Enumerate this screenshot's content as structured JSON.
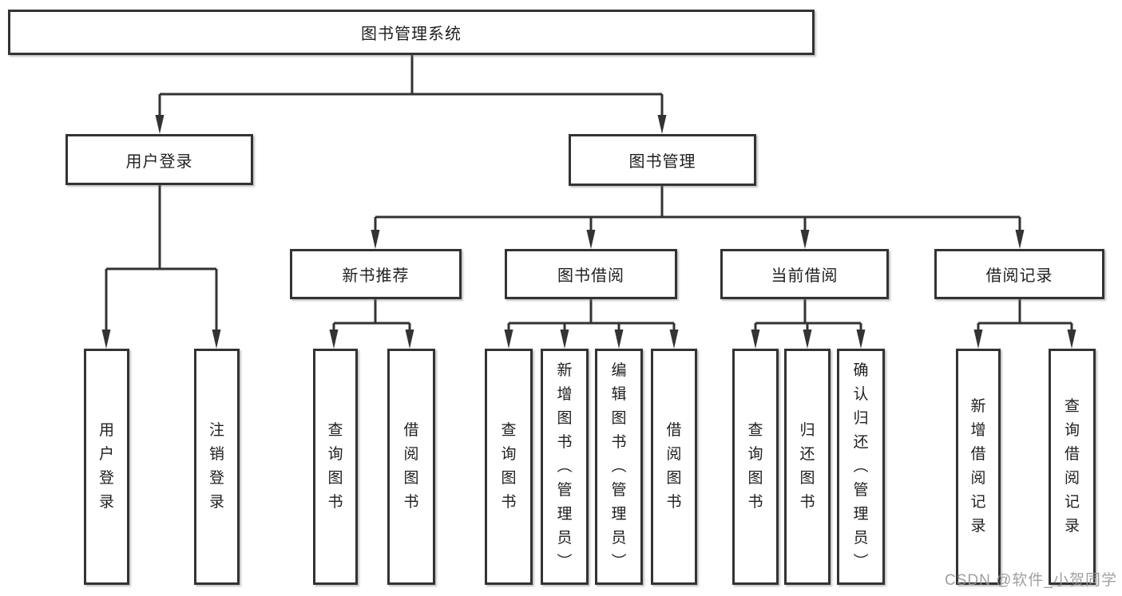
{
  "root": {
    "label": "图书管理系统"
  },
  "tree": {
    "user_login": {
      "label": "用户登录",
      "children": [
        {
          "label": "用户登录"
        },
        {
          "label": "注销登录"
        }
      ]
    },
    "book_management": {
      "label": "图书管理",
      "children": [
        {
          "label": "新书推荐",
          "children": [
            {
              "label": "查询图书"
            },
            {
              "label": "借阅图书"
            }
          ]
        },
        {
          "label": "图书借阅",
          "children": [
            {
              "label": "查询图书"
            },
            {
              "label": "新增图书（管理员）"
            },
            {
              "label": "编辑图书（管理员）"
            },
            {
              "label": "借阅图书"
            }
          ]
        },
        {
          "label": "当前借阅",
          "children": [
            {
              "label": "查询图书"
            },
            {
              "label": "归还图书"
            },
            {
              "label": "确认归还（管理员）"
            }
          ]
        },
        {
          "label": "借阅记录",
          "children": [
            {
              "label": "新增借阅记录"
            },
            {
              "label": "查询借阅记录"
            }
          ]
        }
      ]
    }
  },
  "watermark": {
    "text": "CSDN @软件_小贺同学"
  },
  "colors": {
    "line": "#333333",
    "box_border": "#333333",
    "text": "#1f1f1f",
    "watermark": "#969696",
    "background": "#ffffff"
  }
}
